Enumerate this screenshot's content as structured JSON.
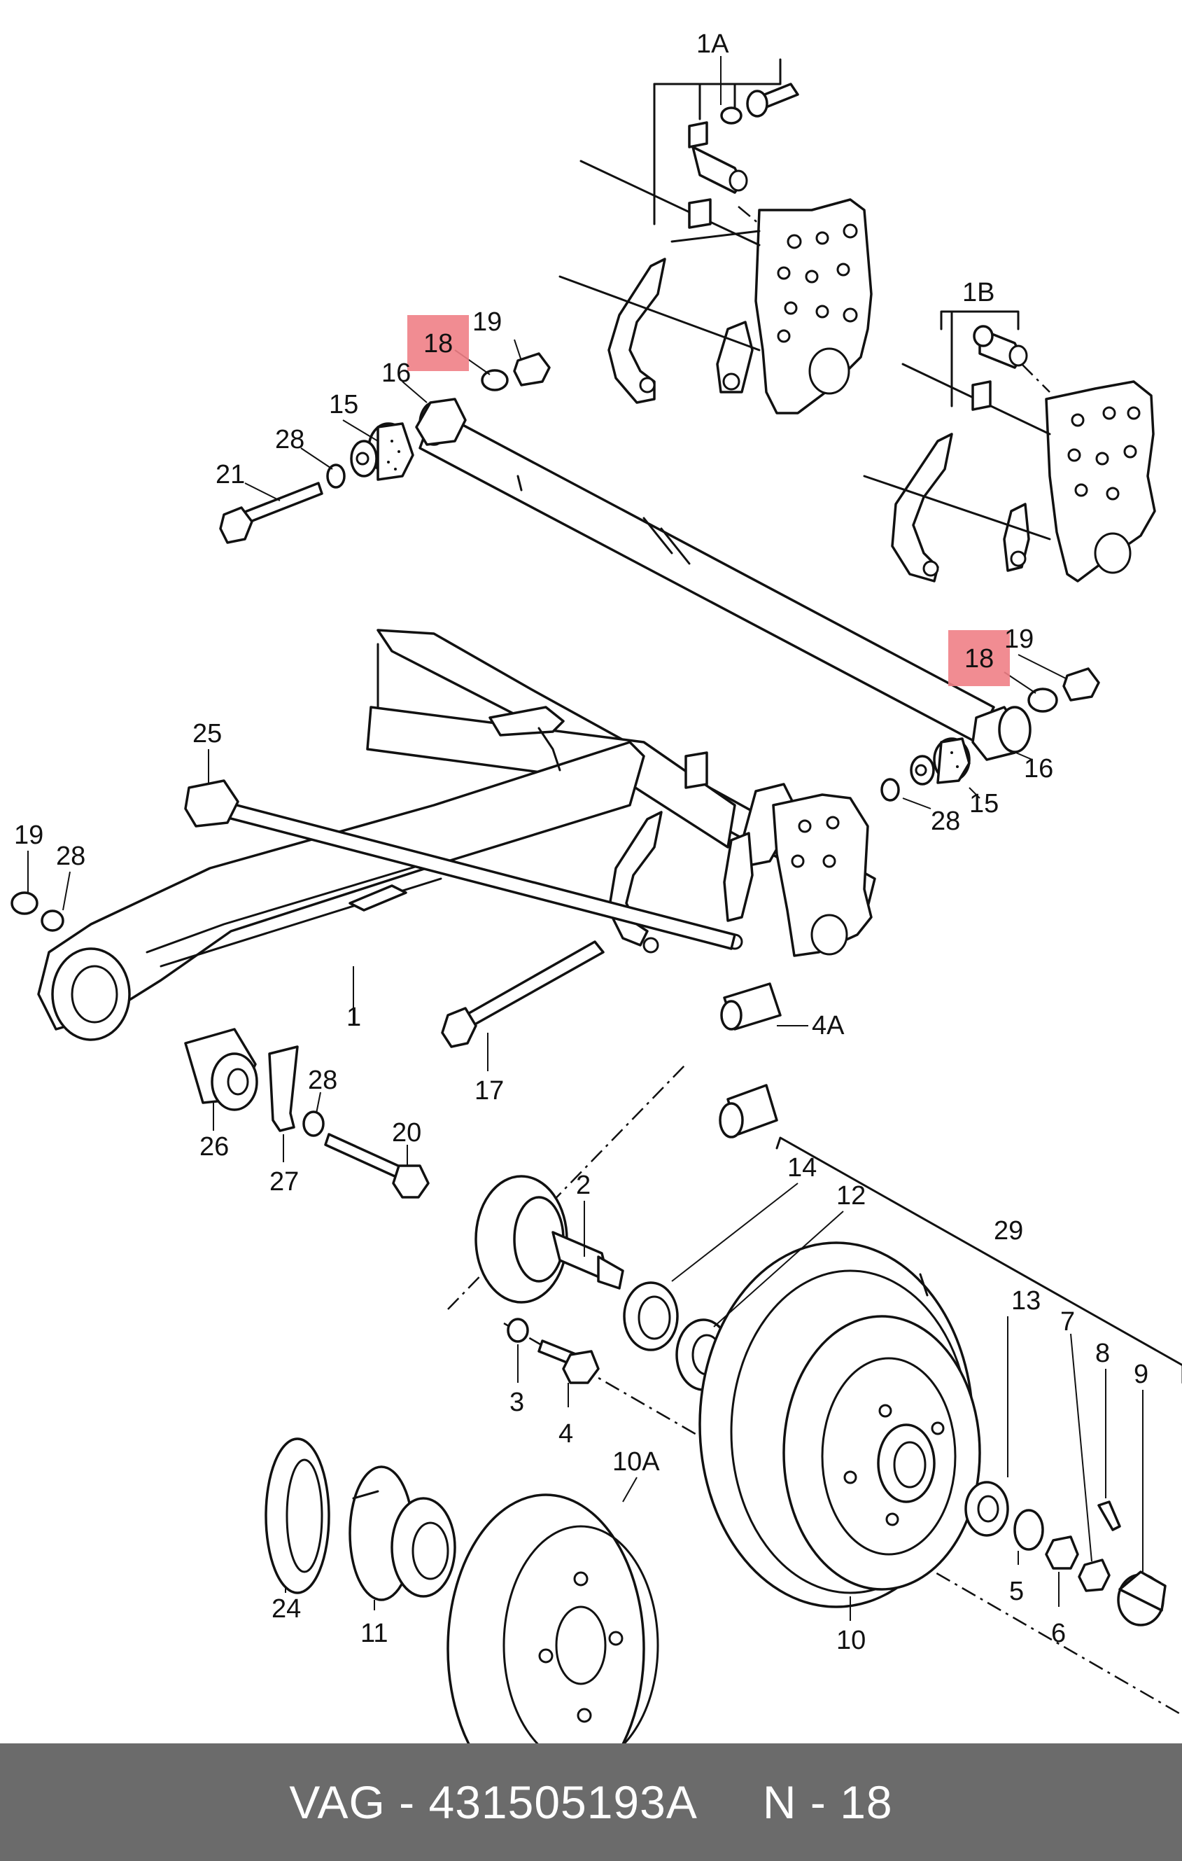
{
  "diagram": {
    "labels": {
      "1A": "1A",
      "1B": "1B",
      "19_top": "19",
      "18_top": "18",
      "16_top": "16",
      "15_top": "15",
      "28_top": "28",
      "21": "21",
      "18_right": "18",
      "19_right": "19",
      "16_right": "16",
      "15_right": "15",
      "28_right": "28",
      "25": "25",
      "19_left": "19",
      "28_left": "28",
      "1": "1",
      "4A": "4A",
      "17": "17",
      "26": "26",
      "27": "27",
      "28_lower": "28",
      "20": "20",
      "2": "2",
      "14": "14",
      "12": "12",
      "29": "29",
      "3": "3",
      "4": "4",
      "13": "13",
      "7": "7",
      "8": "8",
      "9": "9",
      "10A": "10A",
      "24": "24",
      "11": "11",
      "10": "10",
      "5": "5",
      "6": "6"
    },
    "highlight_color": "#ef7f86"
  },
  "footer": {
    "text": "VAG - 431505193A     N - 18",
    "background": "#6b6b6b"
  }
}
